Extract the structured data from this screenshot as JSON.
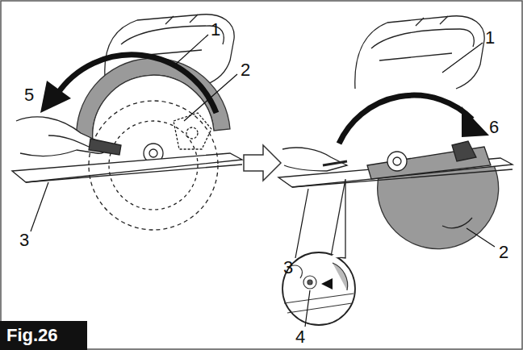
{
  "diagram": {
    "caption": "Fig.26",
    "labels": [
      "1",
      "2",
      "5",
      "3",
      "1",
      "6",
      "3",
      "2",
      "4"
    ]
  }
}
